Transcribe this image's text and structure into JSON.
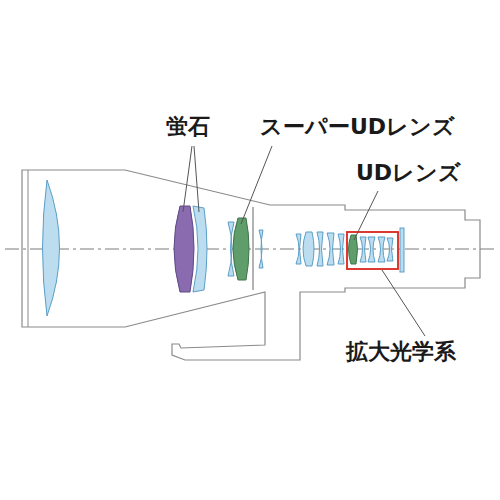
{
  "diagram": {
    "labels": [
      "蛍石",
      "スーパーUDレンズ",
      "UDレンズ",
      "拡大光学系"
    ]
  }
}
